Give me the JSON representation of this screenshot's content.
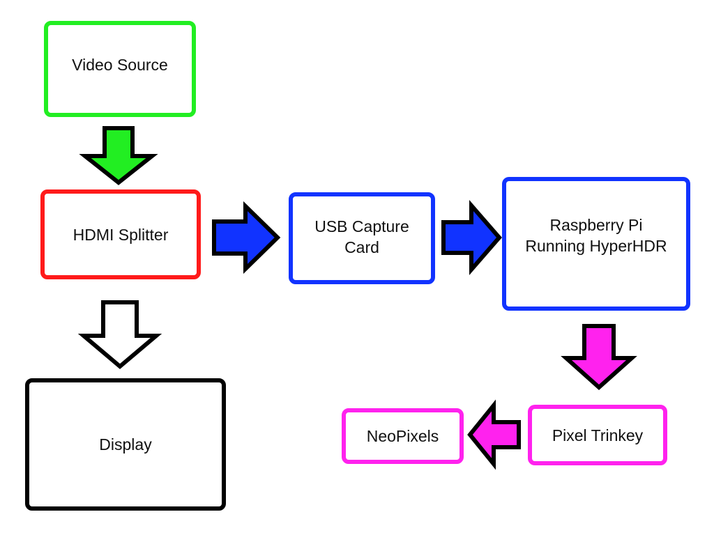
{
  "colors": {
    "green": "#22ee22",
    "red": "#ff1a1a",
    "blue": "#1133ff",
    "magenta": "#ff22ee",
    "black": "#000000",
    "white": "#ffffff"
  },
  "nodes": {
    "video_source": {
      "label": "Video Source",
      "border_color": "#22ee22"
    },
    "hdmi_splitter": {
      "label": "HDMI Splitter",
      "border_color": "#ff1a1a"
    },
    "display": {
      "label": "Display",
      "border_color": "#000000"
    },
    "usb_capture": {
      "label": "USB Capture\nCard",
      "border_color": "#1133ff"
    },
    "raspberry_pi": {
      "label": "Raspberry Pi\nRunning HyperHDR",
      "border_color": "#1133ff"
    },
    "pixel_trinkey": {
      "label": "Pixel Trinkey",
      "border_color": "#ff22ee"
    },
    "neopixels": {
      "label": "NeoPixels",
      "border_color": "#ff22ee"
    }
  },
  "edges": [
    {
      "from": "video_source",
      "to": "hdmi_splitter",
      "direction": "down",
      "fill": "#22ee22"
    },
    {
      "from": "hdmi_splitter",
      "to": "display",
      "direction": "down",
      "fill": "#ffffff"
    },
    {
      "from": "hdmi_splitter",
      "to": "usb_capture",
      "direction": "right",
      "fill": "#1133ff"
    },
    {
      "from": "usb_capture",
      "to": "raspberry_pi",
      "direction": "right",
      "fill": "#1133ff"
    },
    {
      "from": "raspberry_pi",
      "to": "pixel_trinkey",
      "direction": "down",
      "fill": "#ff22ee"
    },
    {
      "from": "pixel_trinkey",
      "to": "neopixels",
      "direction": "left",
      "fill": "#ff22ee"
    }
  ]
}
